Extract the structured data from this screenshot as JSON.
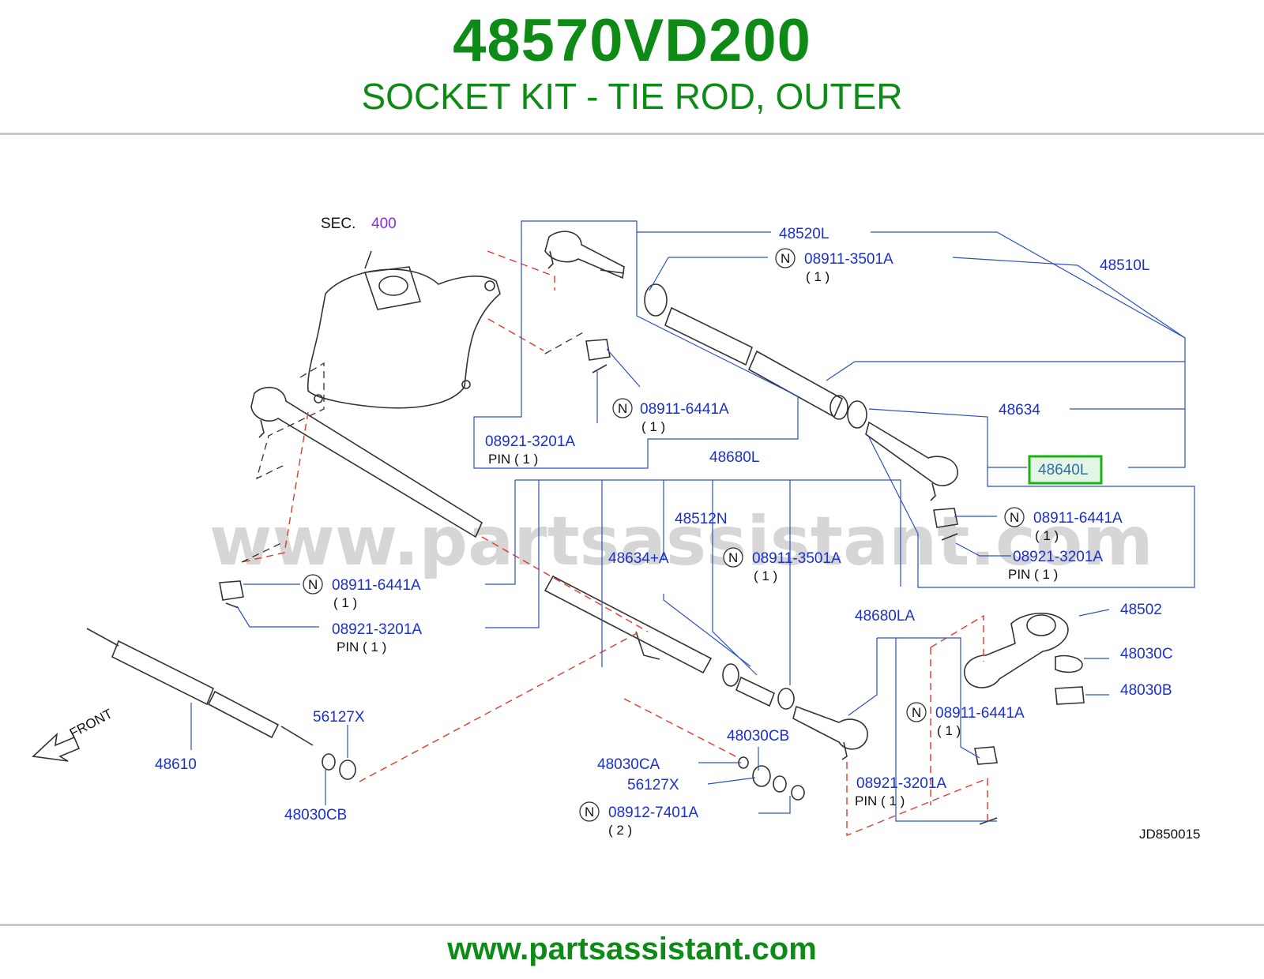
{
  "header": {
    "part_number": "48570VD200",
    "description": "SOCKET KIT - TIE ROD, OUTER"
  },
  "diagram": {
    "section_label": "SEC.",
    "section_number": "400",
    "watermark": "www.partsassistant.com",
    "front_label": "FRONT",
    "drawing_code": "JD850015",
    "highlighted_part": "48640L",
    "callouts": {
      "p48520L": "48520L",
      "p48510L": "48510L",
      "n1_num": "08911-3501A",
      "n1_qty": "( 1 )",
      "n2_num": "08911-6441A",
      "n2_qty": "( 1 )",
      "pin1_num": "08921-3201A",
      "pin1_qty": "PIN    ( 1 )",
      "p48634": "48634",
      "p48640L": "48640L",
      "p48680L": "48680L",
      "n3_num": "08911-6441A",
      "n3_qty": "( 1 )",
      "pin2_num": "08921-3201A",
      "pin2_qty": "PIN      ( 1 )",
      "p48512N": "48512N",
      "p48634A": "48634+A",
      "n4_num": "08911-3501A",
      "n4_qty": "( 1 )",
      "n5_num": "08911-6441A",
      "n5_qty": "( 1 )",
      "pin3_num": "08921-3201A",
      "pin3_qty": "PIN    ( 1 )",
      "p48680LA": "48680LA",
      "p48502": "48502",
      "p48030C": "48030C",
      "p48030B": "48030B",
      "n6_num": "08911-6441A",
      "n6_qty": "( 1 )",
      "p56127X_a": "56127X",
      "p48610": "48610",
      "p48030CB_a": "48030CB",
      "p48030CB_b": "48030CB",
      "p48030CA": "48030CA",
      "p56127X_b": "56127X",
      "n7_num": "08912-7401A",
      "n7_qty": "( 2 )",
      "pin4_num": "08921-3201A",
      "pin4_qty": "PIN    ( 1 )",
      "n_symbol": "N"
    }
  },
  "footer": {
    "url": "www.partsassistant.com"
  },
  "colors": {
    "brand_green": "#0e8a16",
    "callout_blue": "#1a2fd0",
    "highlight_border": "#15b515",
    "highlight_fill": "#e4f5e4",
    "section_purple": "#8a2be2",
    "dash_red": "#e0392b"
  }
}
